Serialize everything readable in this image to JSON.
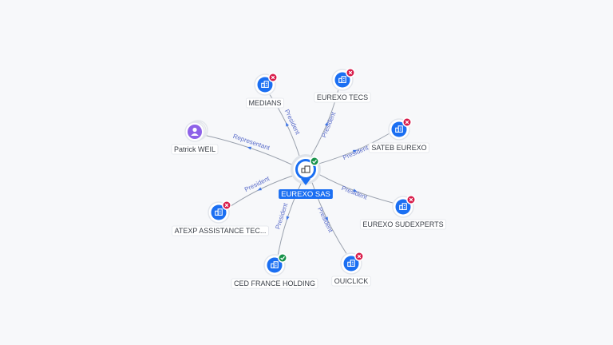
{
  "graph": {
    "center": {
      "label": "EUREXO SAS",
      "status": "active",
      "icon": "building-icon"
    },
    "nodes": [
      {
        "id": "medians",
        "label": "MEDIANS",
        "type": "company",
        "status": "inactive",
        "relation": "President",
        "icon": "building-icon"
      },
      {
        "id": "eurexo-tecs",
        "label": "EUREXO TECS",
        "type": "company",
        "status": "inactive",
        "relation": "President",
        "icon": "building-icon"
      },
      {
        "id": "sateb-eurexo",
        "label": "SATEB EUREXO",
        "type": "company",
        "status": "inactive",
        "relation": "President",
        "icon": "building-icon"
      },
      {
        "id": "eurexo-sudexperts",
        "label": "EUREXO SUDEXPERTS",
        "type": "company",
        "status": "inactive",
        "relation": "President",
        "icon": "building-icon"
      },
      {
        "id": "ouiclick",
        "label": "OUICLICK",
        "type": "company",
        "status": "inactive",
        "relation": "President",
        "icon": "building-icon"
      },
      {
        "id": "ced-france-holding",
        "label": "CED FRANCE HOLDING",
        "type": "company",
        "status": "active",
        "relation": "President",
        "icon": "building-icon"
      },
      {
        "id": "atexp",
        "label": "ATEXP ASSISTANCE TEC...",
        "type": "company",
        "status": "inactive",
        "relation": "President",
        "icon": "building-icon"
      },
      {
        "id": "patrick-weil",
        "label": "Patrick WEIL",
        "type": "person",
        "status": "none",
        "relation": "Representant",
        "icon": "person-icon"
      }
    ]
  },
  "colors": {
    "company": "#1b6ff2",
    "person": "#8e62e8",
    "inactive_badge": "#d81b49",
    "active_badge": "#17924a",
    "edge_label": "#5a6cc9"
  }
}
